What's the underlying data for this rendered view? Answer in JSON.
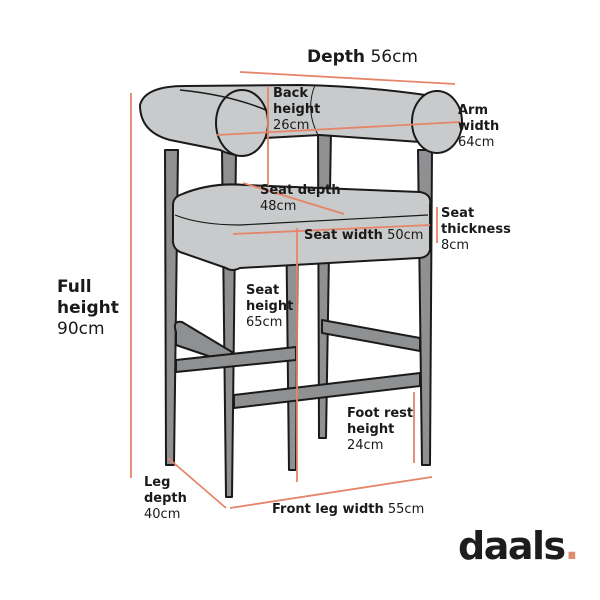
{
  "colors": {
    "dimension_line": "#e5856a",
    "upholstery": "#c9cacb",
    "frame": "#8e9091",
    "outline": "#1a1a1a",
    "text": "#1a1a1a",
    "logo_dot": "#e08a6e"
  },
  "labels": {
    "depth": {
      "title": "Depth",
      "value": "56cm"
    },
    "back_height": {
      "title_line1": "Back",
      "title_line2": "height",
      "value": "26cm"
    },
    "arm_width": {
      "title_line1": "Arm",
      "title_line2": "width",
      "value": "64cm"
    },
    "seat_depth": {
      "title": "Seat depth",
      "value": "48cm"
    },
    "seat_width": {
      "title": "Seat width",
      "value": "50cm"
    },
    "seat_thickness": {
      "title_line1": "Seat",
      "title_line2": "thickness",
      "value": "8cm"
    },
    "full_height": {
      "title_line1": "Full",
      "title_line2": "height",
      "value": "90cm"
    },
    "seat_height": {
      "title_line1": "Seat",
      "title_line2": "height",
      "value": "65cm"
    },
    "foot_rest_height": {
      "title_line1": "Foot rest",
      "title_line2": "height",
      "value": "24cm"
    },
    "leg_depth": {
      "title_line1": "Leg",
      "title_line2": "depth",
      "value": "40cm"
    },
    "front_leg_width": {
      "title": "Front leg width",
      "value": "55cm"
    }
  },
  "logo": {
    "text": "daals",
    "dot": "."
  }
}
